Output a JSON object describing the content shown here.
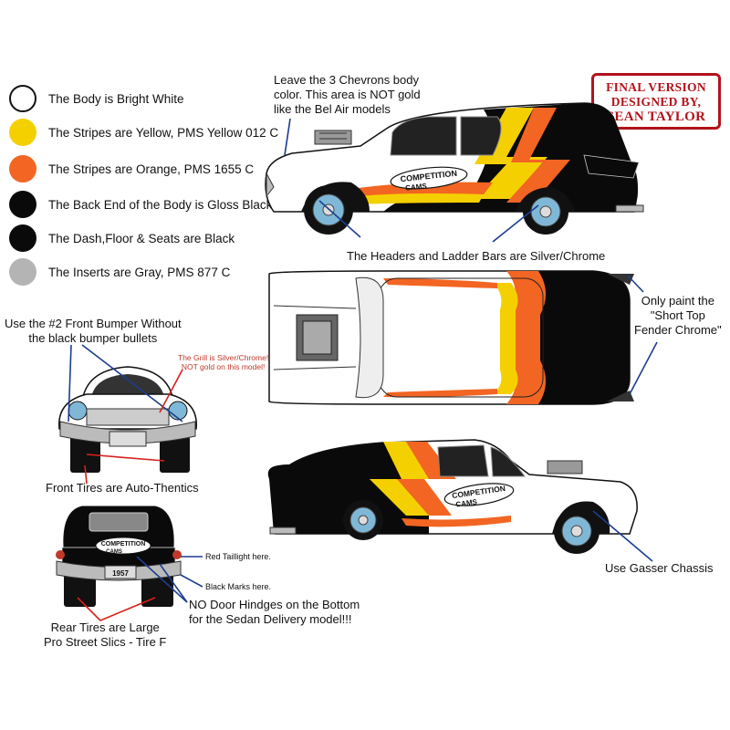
{
  "legend": [
    {
      "text": "The Body is Bright White",
      "color": "#ffffff"
    },
    {
      "text": "The Stripes are Yellow, PMS Yellow 012 C",
      "color": "#f5d000"
    },
    {
      "text": "The Stripes are Orange, PMS 1655 C",
      "color": "#f26522"
    },
    {
      "text": "The Back End of the Body is Gloss Black",
      "color": "#0a0a0a"
    },
    {
      "text": "The Dash,Floor & Seats are Black",
      "color": "#0a0a0a"
    },
    {
      "text": "The Inserts are Gray, PMS 877 C",
      "color": "#b4b4b4"
    }
  ],
  "stamp": {
    "line1": "FINAL VERSION",
    "line2": "DESIGNED BY,",
    "line3": "SEAN TAYLOR"
  },
  "notes": {
    "chevrons": [
      "Leave the 3 Chevrons body",
      "color. This area is NOT gold",
      "like the Bel Air models"
    ],
    "headers": "The Headers and Ladder Bars are Silver/Chrome",
    "fender": [
      "Only paint the",
      "\"Short Top",
      "Fender Chrome\""
    ],
    "bumper": [
      "Use the #2 Front Bumper Without",
      "the black bumper bullets"
    ],
    "grill": [
      "The Grill is Silver/Chrome!",
      "NOT gold on this model!"
    ],
    "front_tires": "Front Tires are Auto-Thentics",
    "gasser": "Use Gasser Chassis",
    "taillight": "Red Taillight here.",
    "black_marks": "Black Marks here.",
    "hinges": [
      "NO Door Hindges on the Bottom",
      "for the Sedan Delivery model!!!"
    ],
    "rear_tires": [
      "Rear Tires are Large",
      "Pro Street Slics - Tire F"
    ]
  },
  "logo": {
    "line1": "COMPETITION",
    "line2": "CAMS"
  },
  "plate": "1957",
  "colors": {
    "white": "#ffffff",
    "yellow": "#f5d000",
    "orange": "#f26522",
    "black": "#0a0a0a",
    "gray": "#b4b4b4",
    "tire_blue": "#7fb8d6",
    "annotation_blue": "#1c3d8f",
    "stamp_red": "#b3121b",
    "arrow_red": "#d8201c"
  }
}
